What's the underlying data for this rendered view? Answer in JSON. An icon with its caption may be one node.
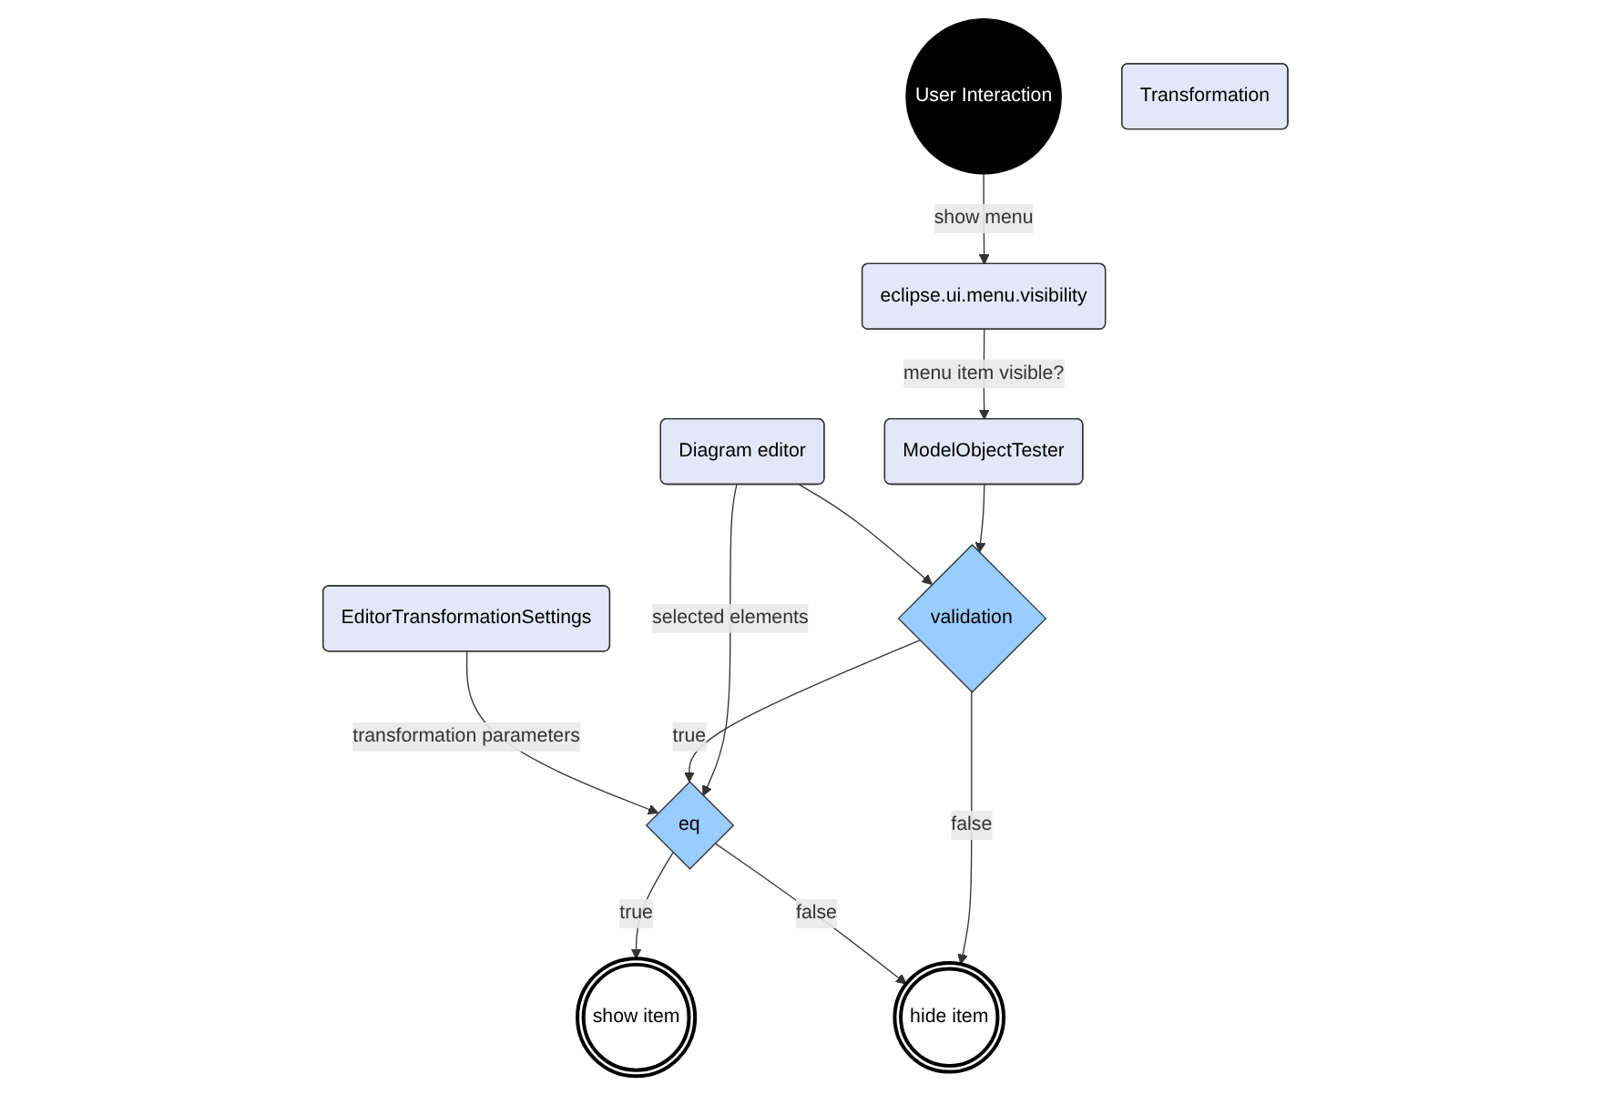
{
  "diagram": {
    "nodes": [
      {
        "text": [
          "User Interaction"
        ]
      },
      {
        "text": [
          "eclipse.ui.menu.visibility"
        ]
      },
      {
        "text": [
          "ModelObjectTester"
        ]
      },
      {
        "text": [
          "Diagram editor"
        ]
      },
      {
        "text": [
          "validation"
        ]
      },
      {
        "text": [
          "eq"
        ]
      },
      {
        "text": [
          "EditorTransformationSettings"
        ]
      },
      {
        "text": [
          "Transformation"
        ]
      },
      {
        "text": [
          "show item"
        ]
      },
      {
        "text": [
          "hide item"
        ]
      }
    ],
    "edges": [
      {
        "from": 0,
        "to": 1,
        "arrow": "to",
        "label": "show menu"
      },
      {
        "from": 1,
        "to": 2,
        "arrow": "to",
        "label": "menu item visible?"
      },
      {
        "from": 2,
        "to": 4,
        "arrow": "to"
      },
      {
        "from": 3,
        "to": 4,
        "arrow": "to"
      },
      {
        "from": 3,
        "to": 5,
        "arrow": "to",
        "label": "selected elements"
      },
      {
        "from": 4,
        "to": 5,
        "arrow": "to",
        "label": "true"
      },
      {
        "from": 4,
        "to": 9,
        "arrow": "to",
        "label": "false"
      },
      {
        "from": 6,
        "to": 5,
        "arrow": "to",
        "label": "transformation parameters"
      },
      {
        "from": 5,
        "to": 8,
        "arrow": "to",
        "label": "true"
      },
      {
        "from": 5,
        "to": 9,
        "arrow": "to",
        "label": "false"
      }
    ]
  }
}
